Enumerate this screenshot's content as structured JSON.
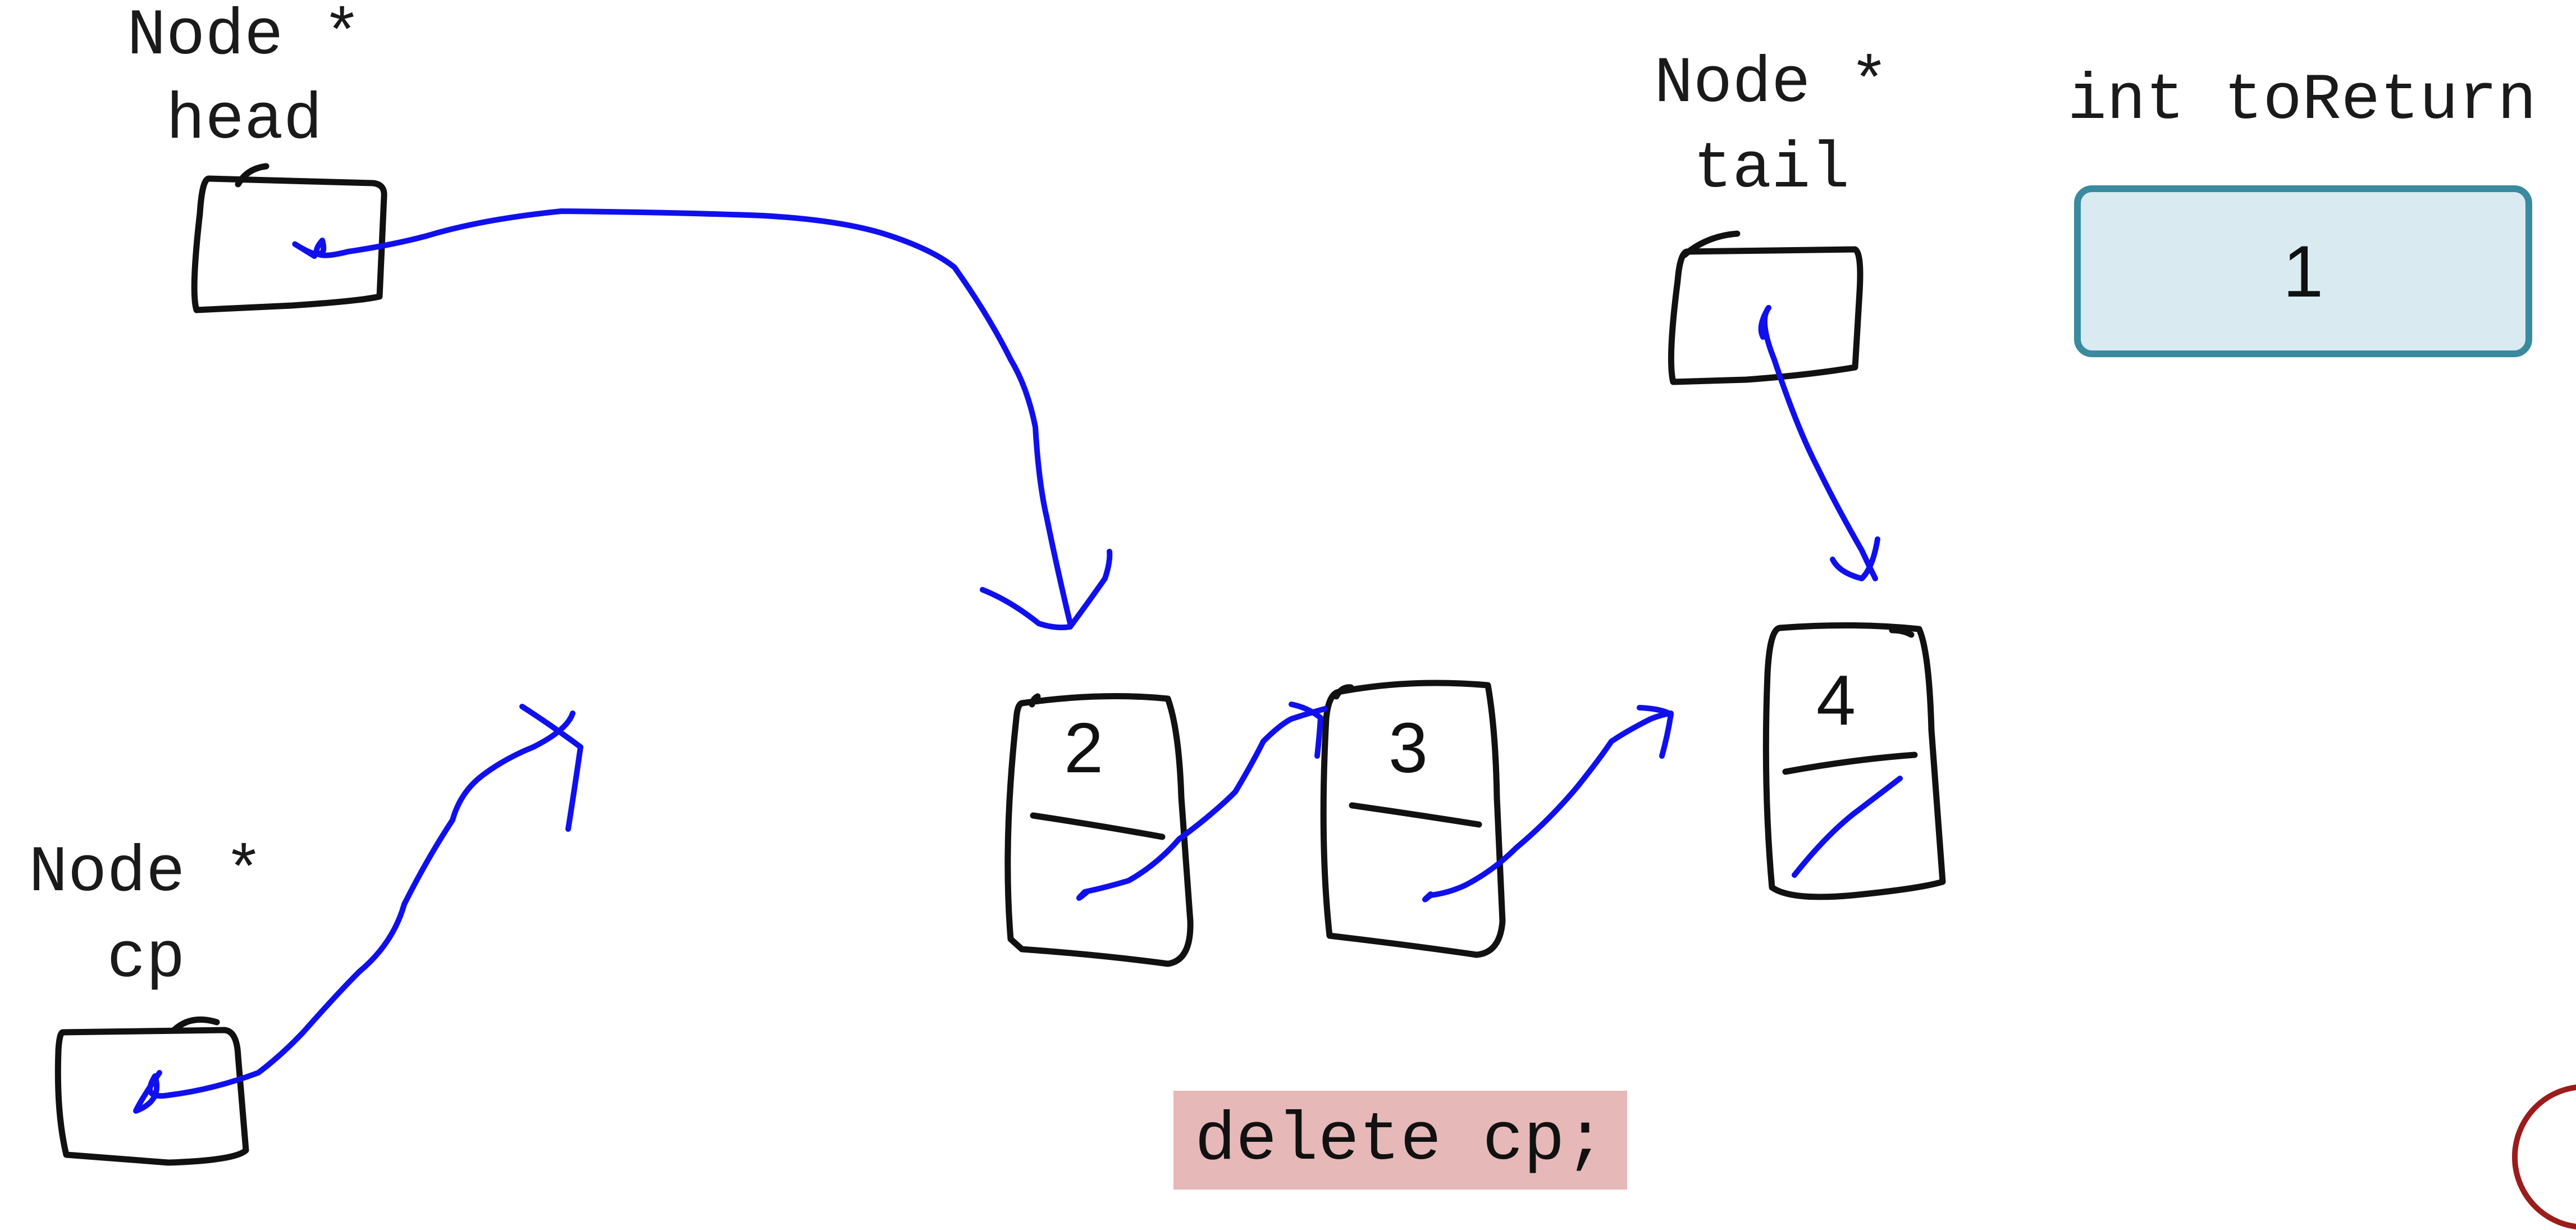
{
  "variables": {
    "head": {
      "type": "Node *",
      "name": "head"
    },
    "tail": {
      "type": "Node *",
      "name": "tail"
    },
    "cp": {
      "type": "Node *",
      "name": "cp"
    },
    "to_return": {
      "label": "int toReturn",
      "value": "1"
    }
  },
  "nodes": [
    {
      "value": "2"
    },
    {
      "value": "3"
    },
    {
      "value": "4"
    }
  ],
  "code": {
    "statement": "delete cp;"
  },
  "colors": {
    "pointer_ink": "#1010ee",
    "box_ink": "#111111",
    "value_box_fill": "#d9ebf1",
    "value_box_border": "#3a8aa0",
    "code_bg": "#e6b8b8",
    "seal": "#9c1c1c"
  },
  "logo": {
    "icon": "university-seal-icon"
  }
}
